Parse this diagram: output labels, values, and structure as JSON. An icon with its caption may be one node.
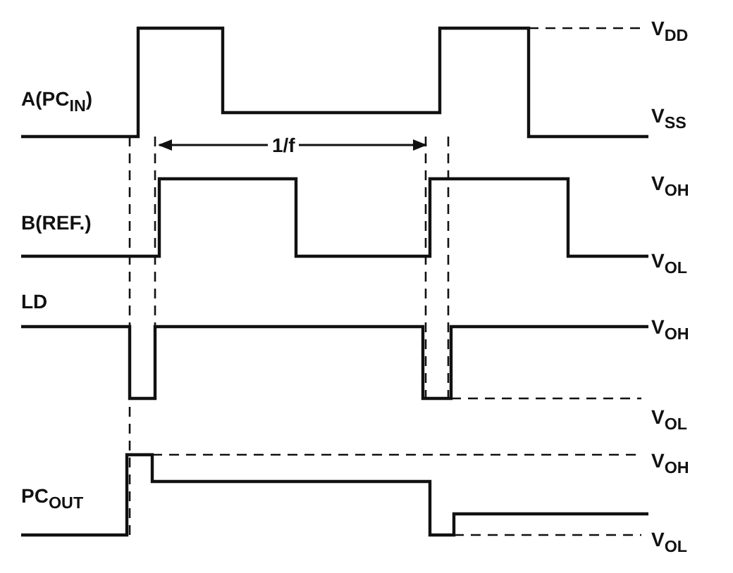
{
  "diagram": {
    "labels": [
      "A(PC$_{IN}$)",
      "V$_{DD}$",
      "V$_{SS}$",
      "1/f",
      "B(REF.)",
      "V$_{OH}$",
      "V$_{OL}$",
      "LD",
      "V$_{OH}$",
      "V$_{OL}$",
      "V$_{OH}$",
      "PC$_{OUT}$",
      "V$_{OL}$"
    ]
  }
}
